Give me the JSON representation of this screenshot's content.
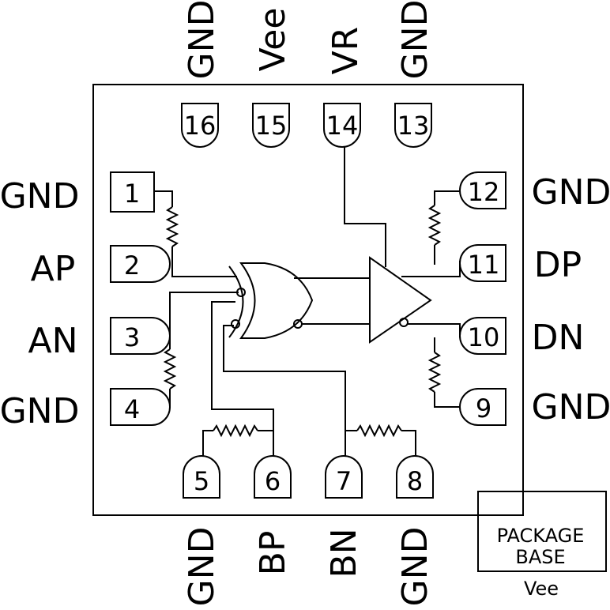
{
  "pins": {
    "p1": {
      "num": "1",
      "label": "GND"
    },
    "p2": {
      "num": "2",
      "label": "AP"
    },
    "p3": {
      "num": "3",
      "label": "AN"
    },
    "p4": {
      "num": "4",
      "label": "GND"
    },
    "p5": {
      "num": "5",
      "label": "GND"
    },
    "p6": {
      "num": "6",
      "label": "BP"
    },
    "p7": {
      "num": "7",
      "label": "BN"
    },
    "p8": {
      "num": "8",
      "label": "GND"
    },
    "p9": {
      "num": "9",
      "label": "GND"
    },
    "p10": {
      "num": "10",
      "label": "DN"
    },
    "p11": {
      "num": "11",
      "label": "DP"
    },
    "p12": {
      "num": "12",
      "label": "GND"
    },
    "p13": {
      "num": "13",
      "label": "GND"
    },
    "p14": {
      "num": "14",
      "label": "VR"
    },
    "p15": {
      "num": "15",
      "label": "Vee"
    },
    "p16": {
      "num": "16",
      "label": "GND"
    }
  },
  "package_base": {
    "line1": "PACKAGE",
    "line2": "BASE",
    "supply": "Vee"
  }
}
